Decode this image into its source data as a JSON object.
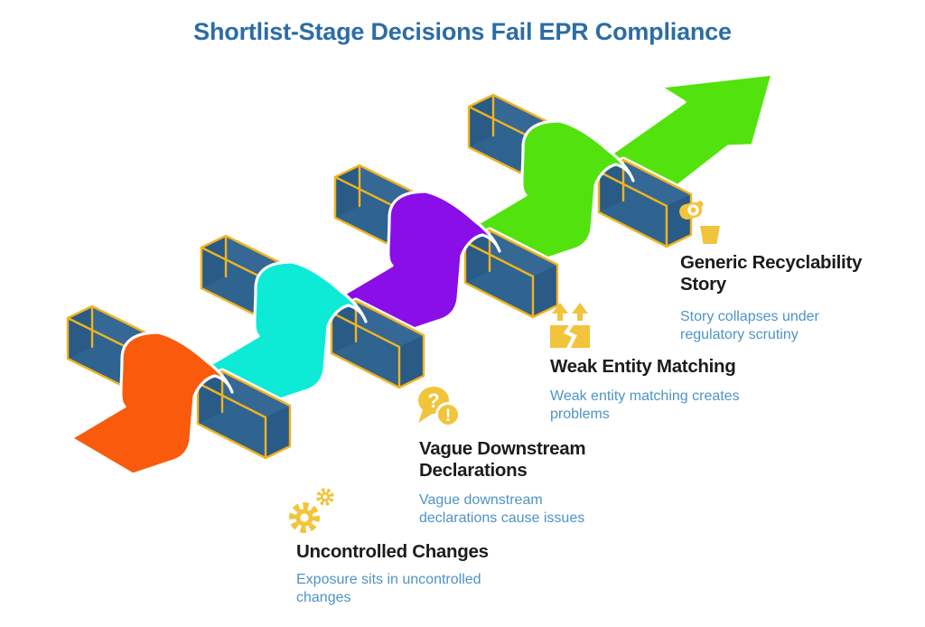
{
  "title": "Shortlist-Stage Decisions Fail EPR Compliance",
  "colors": {
    "background": "#ffffff",
    "title": "#2d6ca3",
    "item_title": "#1c1c1e",
    "item_subtitle": "#4e93c4",
    "icon_yellow": "#f2c43b",
    "bar_top": "#366896",
    "bar_front": "#2f6390",
    "bar_cap": "#2a5a86",
    "bar_edge": "#f0b41e",
    "ribbon_orange": "#fa5a0c",
    "ribbon_cyan": "#0debd7",
    "ribbon_purple": "#8a0ee8",
    "ribbon_green": "#52e30e"
  },
  "steps": [
    {
      "title": "Uncontrolled Changes",
      "description": "Exposure sits in uncontrolled changes",
      "icon": "gears-icon",
      "ribbon_color": "#fa5a0c"
    },
    {
      "title": "Vague Downstream Declarations",
      "description": "Vague downstream declarations cause issues",
      "icon": "question-alert-bubbles-icon",
      "ribbon_color": "#0debd7"
    },
    {
      "title": "Weak Entity Matching",
      "description": "Weak entity matching creates problems",
      "icon": "broken-package-icon",
      "ribbon_color": "#8a0ee8"
    },
    {
      "title": "Generic Recyclability Story",
      "description": "Story collapses under regulatory scrutiny",
      "icon": "discard-into-bin-icon",
      "ribbon_color": "#52e30e"
    }
  ]
}
